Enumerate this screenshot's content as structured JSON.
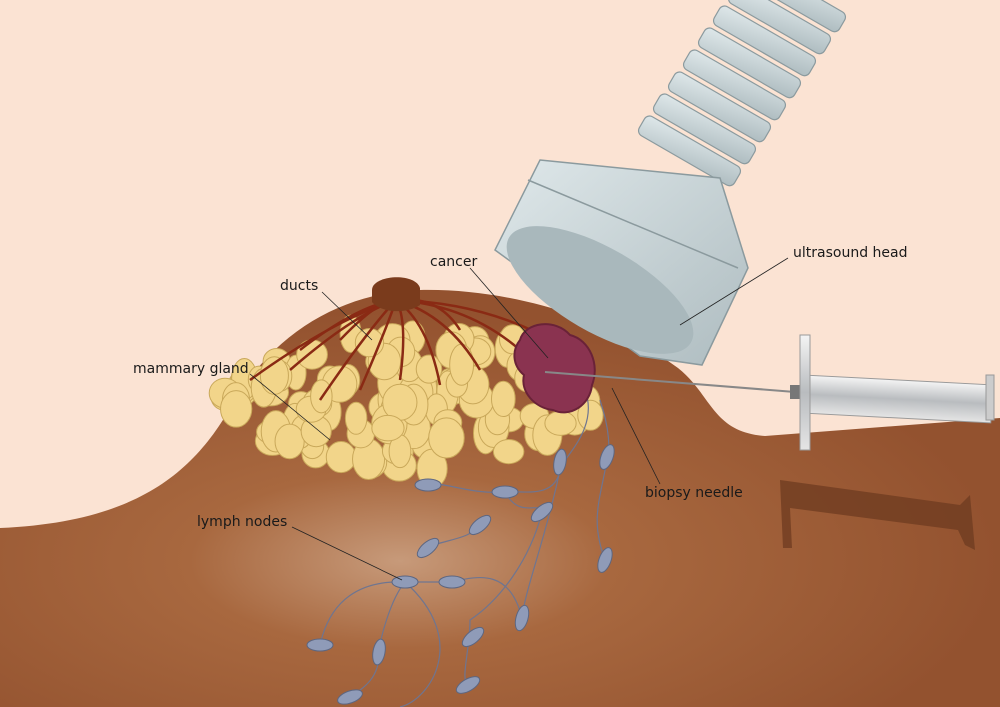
{
  "labels": {
    "ducts": "ducts",
    "cancer": "cancer",
    "ultrasound_head": "ultrasound head",
    "mammary_gland": "mammary gland",
    "biopsy_needle": "biopsy needle",
    "lymph_nodes": "lymph nodes"
  },
  "colors": {
    "background": "#fbe3d3",
    "skin": "#9a5a36",
    "gland": "#f2d58a",
    "tumor": "#8a3350",
    "probe": "#c7d3d5",
    "lymph_node": "#8f9bb8"
  }
}
